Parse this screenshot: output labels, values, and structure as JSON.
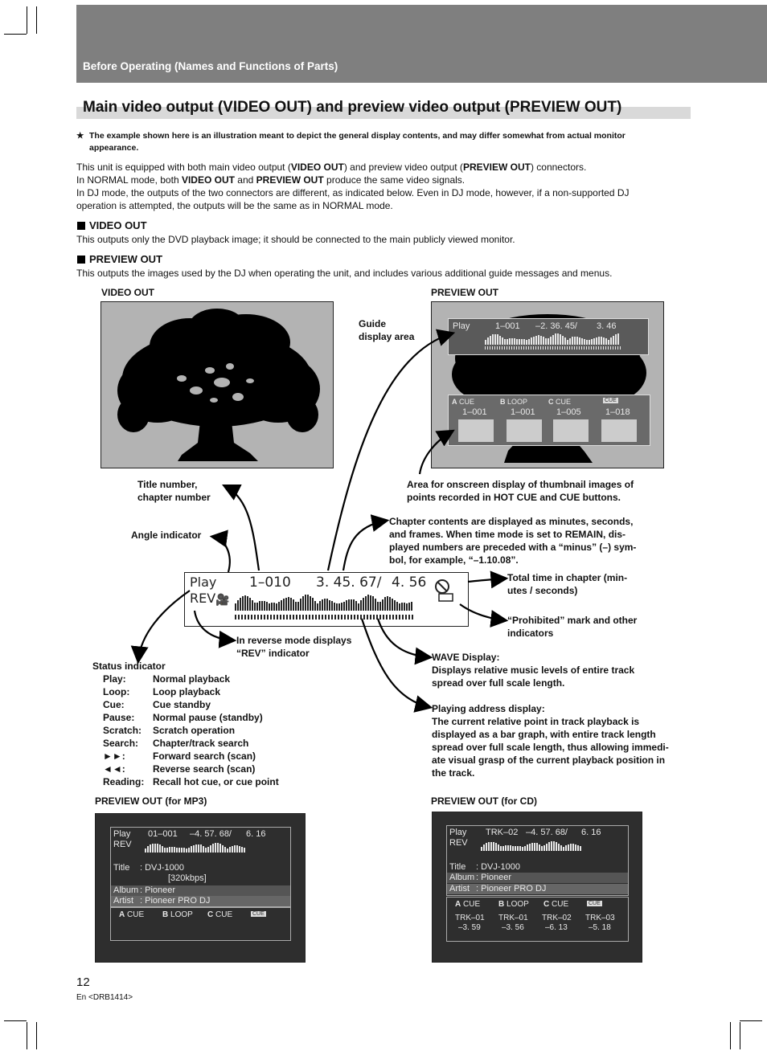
{
  "header": {
    "section": "Before Operating (Names and Functions of Parts)"
  },
  "title": "Main video output (VIDEO OUT) and preview video output (PREVIEW OUT)",
  "note": {
    "mark": "★",
    "line1": "The example shown here is an illustration meant to depict the general display contents, and may differ somewhat from actual monitor",
    "line2": "appearance."
  },
  "intro": {
    "l1a": "This unit is equipped with both main video output (",
    "l1b": "VIDEO OUT",
    "l1c": ") and preview video output (",
    "l1d": "PREVIEW OUT",
    "l1e": ") connectors.",
    "l2a": "In NORMAL mode, both ",
    "l2b": "VIDEO OUT",
    "l2c": " and ",
    "l2d": "PREVIEW OUT",
    "l2e": " produce the same video signals.",
    "l3": "In DJ mode, the outputs of the two connectors are different, as indicated below. Even in DJ mode, however, if a non-supported DJ",
    "l4": "operation is attempted, the outputs will be the same as in NORMAL mode."
  },
  "video_out": {
    "heading": "VIDEO OUT",
    "text": "This outputs only the DVD playback image; it should be connected to the main publicly viewed monitor."
  },
  "preview_out": {
    "heading": "PREVIEW OUT",
    "text": "This outputs the images used by the DJ when operating the unit, and includes various additional guide messages and menus."
  },
  "fig": {
    "video_out_label": "VIDEO OUT",
    "preview_out_label": "PREVIEW OUT",
    "guide_l1": "Guide",
    "guide_l2": "display area",
    "preview_guide": {
      "play": "Play",
      "track": "1–001",
      "time": "–2. 36. 45/",
      "total": "3. 46"
    },
    "hotcue": {
      "a_label": "CUE",
      "b_label": "LOOP",
      "c_label": "CUE",
      "badge": "CUE",
      "a_num": "1–001",
      "b_num": "1–001",
      "c_num": "1–005",
      "d_num": "1–018",
      "a_letter": "A",
      "b_letter": "B",
      "c_letter": "C"
    },
    "title_num_l1": "Title number,",
    "title_num_l2": "chapter number",
    "thumb_l1": "Area for onscreen display of thumbnail images of",
    "thumb_l2": "points recorded in HOT CUE and CUE buttons.",
    "angle": "Angle indicator",
    "chapter_l1": "Chapter contents are displayed as minutes, seconds,",
    "chapter_l2": "and frames. When time mode is set to REMAIN, dis-",
    "chapter_l3": "played numbers are preceded with a “minus” (–) sym-",
    "chapter_l4": "bol, for example, “–1.10.08”.",
    "lcd": {
      "play": "Play",
      "rev": "REV",
      "track": "1–010",
      "time": "3. 45. 67/",
      "total": "4. 56"
    },
    "total_l1": "Total time in chapter (min-",
    "total_l2": "utes / seconds)",
    "prohib_l1": "“Prohibited” mark and other",
    "prohib_l2": "indicators",
    "rev_l1": "In reverse mode displays",
    "rev_l2": "“REV” indicator",
    "wave_l1": "WAVE Display:",
    "wave_l2": "Displays relative music levels of entire track",
    "wave_l3": "spread over full scale length.",
    "addr_l1": "Playing address display:",
    "addr_l2": "The current relative point in track playback is",
    "addr_l3": "displayed as a bar graph, with entire track length",
    "addr_l4": "spread over full scale length, thus allowing immedi-",
    "addr_l5": "ate visual grasp of the current playback position in",
    "addr_l6": "the track."
  },
  "status": {
    "heading": "Status indicator",
    "rows": [
      {
        "k": "Play:",
        "v": "Normal playback"
      },
      {
        "k": "Loop:",
        "v": "Loop playback"
      },
      {
        "k": "Cue:",
        "v": "Cue standby"
      },
      {
        "k": "Pause:",
        "v": "Normal pause (standby)"
      },
      {
        "k": "Scratch:",
        "v": "Scratch operation"
      },
      {
        "k": "Search:",
        "v": "Chapter/track search"
      },
      {
        "k": "►►:",
        "v": "Forward search (scan)"
      },
      {
        "k": "◄◄:",
        "v": "Reverse search (scan)"
      },
      {
        "k": "Reading:",
        "v": "Recall hot cue, or cue point"
      }
    ]
  },
  "mp3": {
    "label": "PREVIEW OUT (for MP3)",
    "play": "Play",
    "rev": "REV",
    "track": "01–001",
    "time": "–4. 57. 68/",
    "total": "6. 16",
    "title_k": "Title",
    "title_v": ": DVJ-1000",
    "bitrate": "[320kbps]",
    "album_k": "Album",
    "album_v": ": Pioneer",
    "artist_k": "Artist",
    "artist_v": ": Pioneer PRO DJ",
    "cue_a": "CUE",
    "cue_b": "LOOP",
    "cue_c": "CUE",
    "badge": "CUE",
    "a_letter": "A",
    "b_letter": "B",
    "c_letter": "C"
  },
  "cd": {
    "label": "PREVIEW OUT (for CD)",
    "play": "Play",
    "rev": "REV",
    "track": "TRK–02",
    "time": "–4. 57. 68/",
    "total": "6. 16",
    "title_k": "Title",
    "title_v": ": DVJ-1000",
    "album_k": "Album",
    "album_v": ": Pioneer",
    "artist_k": "Artist",
    "artist_v": ": Pioneer PRO DJ",
    "cue_a": "CUE",
    "cue_b": "LOOP",
    "cue_c": "CUE",
    "badge": "CUE",
    "a_letter": "A",
    "b_letter": "B",
    "c_letter": "C",
    "t1": "TRK–01",
    "v1": "–3. 59",
    "t2": "TRK–01",
    "v2": "–3. 56",
    "t3": "TRK–02",
    "v3": "–6. 13",
    "t4": "TRK–03",
    "v4": "–5. 18"
  },
  "footer": {
    "page": "12",
    "code": "En <DRB1414>"
  }
}
